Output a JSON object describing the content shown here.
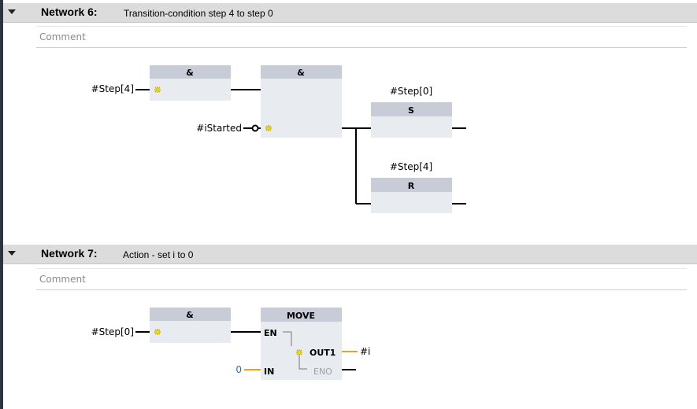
{
  "colors": {
    "header_bg": "#dcdcdc",
    "box_header": "#c8ccd6",
    "box_body": "#e8ebf0",
    "wire": "#000000",
    "wire_orange": "#f0a020",
    "constant_blue": "#1e6fd9"
  },
  "network6": {
    "title": "Network 6:",
    "description": "Transition-condition step 4 to step 0",
    "comment": "Comment",
    "and_box_1": "&",
    "and_box_2": "&",
    "input_step4": "#Step[4]",
    "input_istarted": "#iStarted",
    "coil_set_operand": "#Step[0]",
    "coil_set_label": "S",
    "coil_reset_operand": "#Step[4]",
    "coil_reset_label": "R"
  },
  "network7": {
    "title": "Network 7:",
    "description": "Action - set i to 0",
    "comment": "Comment",
    "and_box": "&",
    "input_step0": "#Step[0]",
    "move_title": "MOVE",
    "move_en": "EN",
    "move_in": "IN",
    "move_out1": "OUT1",
    "move_eno": "ENO",
    "in_value": "0",
    "out_operand": "#i"
  }
}
